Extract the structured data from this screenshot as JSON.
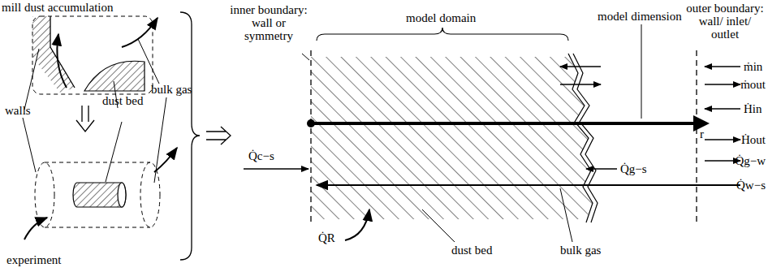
{
  "diagram": {
    "labels": [
      "mill dust accumulation",
      "walls",
      "bulk gas",
      "dust bed",
      "experiment",
      "inner boundary: wall or symmetry",
      "model domain",
      "model dimension",
      "outer boundary: wall/ inlet/ outlet",
      "r",
      "ṁin",
      "ṁout",
      "Ḣin",
      "Ḣout",
      "Q̇g−w",
      "Q̇w−s",
      "Q̇c−s",
      "Q̇g−s",
      "Q̇R",
      "dust bed",
      "bulk gas"
    ]
  }
}
